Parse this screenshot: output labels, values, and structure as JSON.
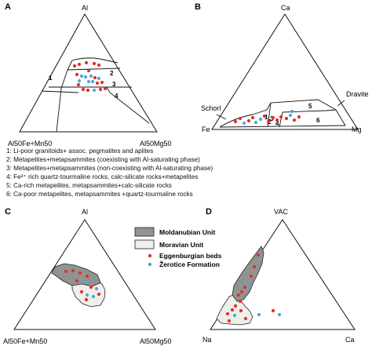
{
  "panels": {
    "A": {
      "letter": "A",
      "top": "Al",
      "left": "Al50Fe+Mn50",
      "right": "Al50Mg50",
      "fields": [
        "1",
        "2",
        "3",
        "4"
      ]
    },
    "B": {
      "letter": "B",
      "top": "Ca",
      "left": "Fe",
      "right": "Mg",
      "schorl": "Schorl",
      "dravite": "Dravite",
      "fields": [
        "1",
        "2",
        "3",
        "4",
        "5",
        "6"
      ]
    },
    "C": {
      "letter": "C",
      "top": "Al",
      "left": "Al50Fe+Mn50",
      "right": "Al50Mg50"
    },
    "D": {
      "letter": "D",
      "top": "VAC",
      "left": "Na",
      "right": "Ca"
    }
  },
  "field_legend": [
    "1: Li-poor granitoids+ assoc. pegmatites and aplites",
    "2: Metapelites+metapsammites (coexisting with Al-saturating phase)",
    "3: Metapelites+metapsammites (non-coexisting with Al-saturating phase)",
    "4: Fe³⁺ rich quartz-tourmaline rocks, calc-silicate rocks+metapelites",
    "5: Ca-rich metapelites, metapsammites+calc-silicate rocks",
    "6: Ca-poor metapelites, metapsammites +quartz-tourmaline rocks"
  ],
  "unit_legend": [
    {
      "label": "Moldanubian Unit",
      "kind": "box",
      "color": "#8f9491"
    },
    {
      "label": "Moravian Unit",
      "kind": "box",
      "color": "#eeeeea"
    },
    {
      "label": "Eggenburgian beds",
      "kind": "dot",
      "color": "#e2302a"
    },
    {
      "label": "Žerotice Formation",
      "kind": "dot",
      "color": "#4ea6dd"
    }
  ]
}
